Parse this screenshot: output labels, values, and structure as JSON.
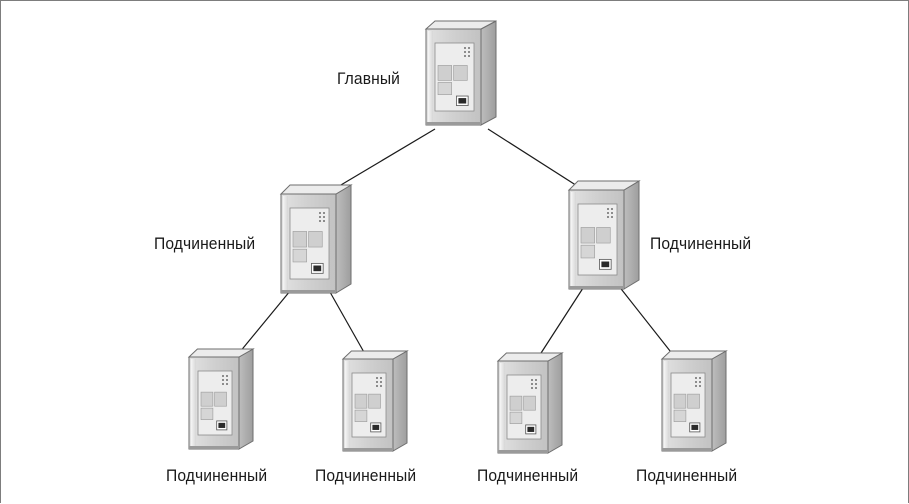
{
  "diagram": {
    "nodes": [
      {
        "id": "root",
        "label": "Главный",
        "icon": "server-icon"
      },
      {
        "id": "left",
        "label": "Подчиненный",
        "icon": "server-icon"
      },
      {
        "id": "right",
        "label": "Подчиненный",
        "icon": "server-icon"
      },
      {
        "id": "leaf1",
        "label": "Подчиненный",
        "icon": "server-icon"
      },
      {
        "id": "leaf2",
        "label": "Подчиненный",
        "icon": "server-icon"
      },
      {
        "id": "leaf3",
        "label": "Подчиненный",
        "icon": "server-icon"
      },
      {
        "id": "leaf4",
        "label": "Подчиненный",
        "icon": "server-icon"
      }
    ],
    "edges": [
      {
        "from": "root",
        "to": "left"
      },
      {
        "from": "root",
        "to": "right"
      },
      {
        "from": "left",
        "to": "leaf1"
      },
      {
        "from": "left",
        "to": "leaf2"
      },
      {
        "from": "right",
        "to": "leaf3"
      },
      {
        "from": "right",
        "to": "leaf4"
      }
    ],
    "colors": {
      "server_front": "#d4d4d4",
      "server_side": "#b4b4b4",
      "server_top": "#e8e8e8",
      "server_panel": "#eeeeee",
      "arrow": "#1a1a1a",
      "frame_border": "#7d7d7d"
    }
  }
}
